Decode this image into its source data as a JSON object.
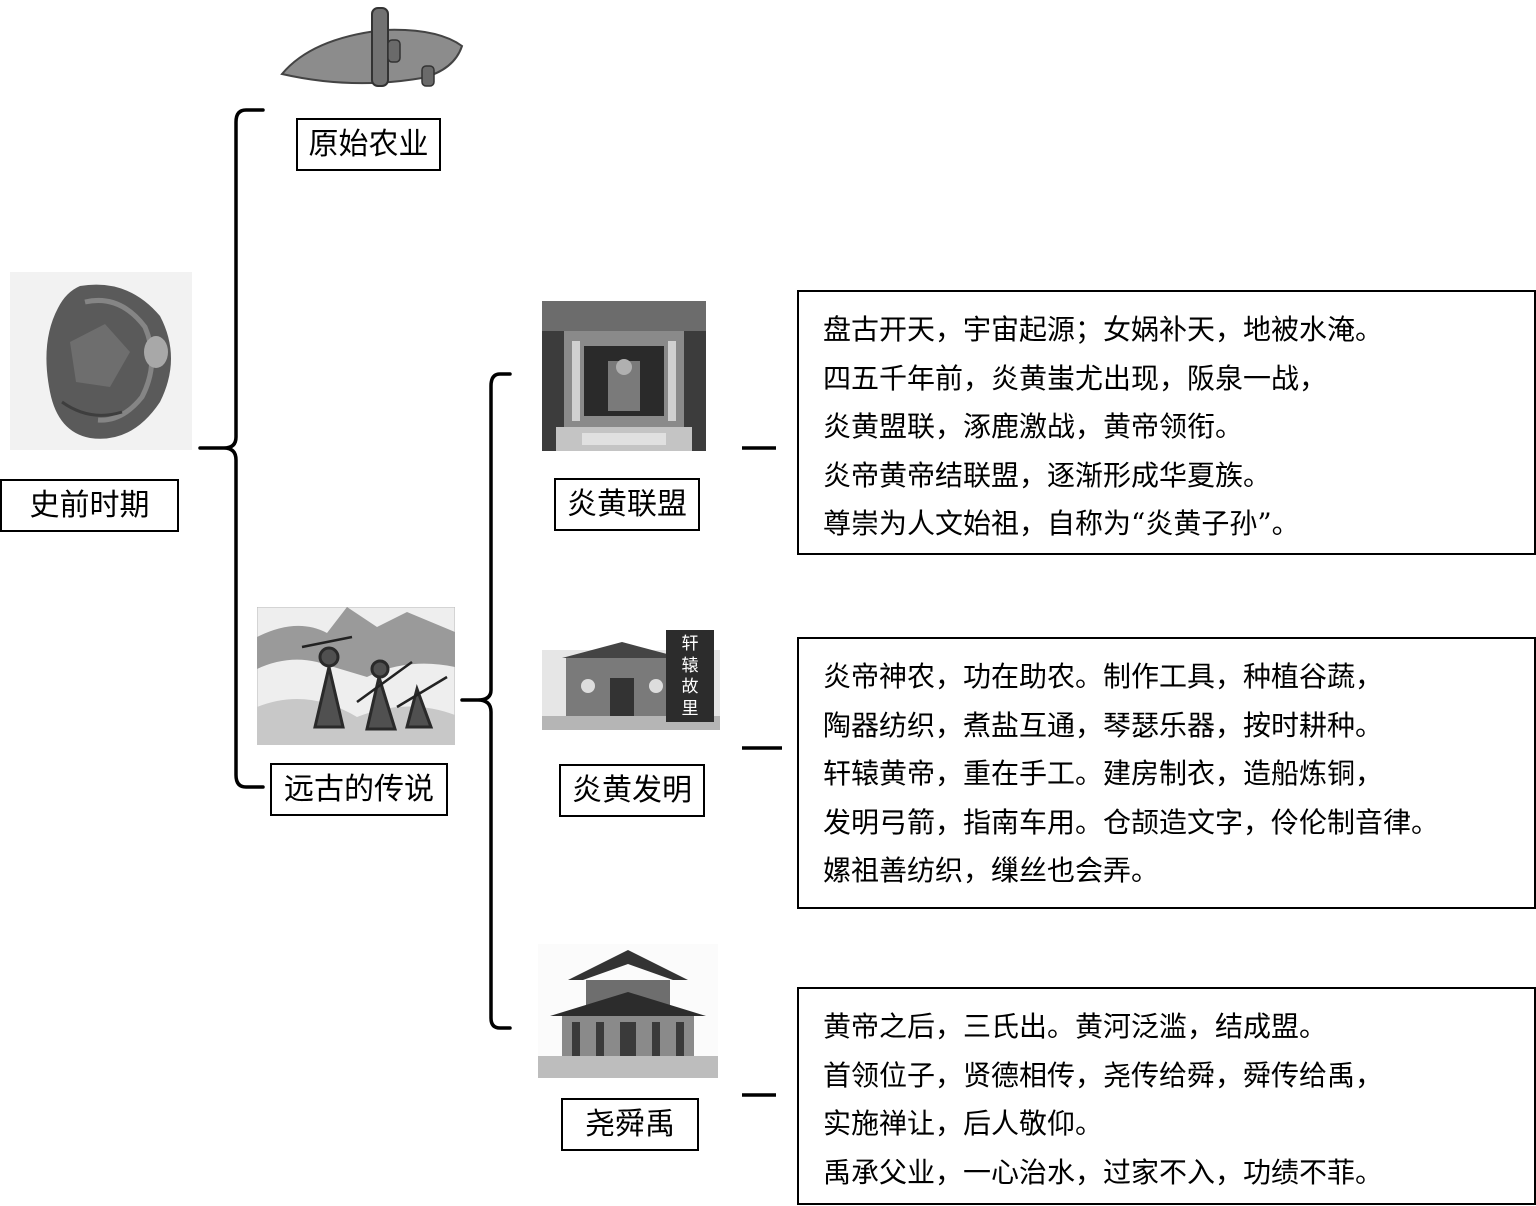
{
  "root": {
    "label": "史前时期"
  },
  "branches": {
    "agriculture": {
      "label": "原始农业"
    },
    "legends": {
      "label": "远古的传说"
    }
  },
  "sub": [
    {
      "label": "炎黄联盟",
      "lines": [
        "盘古开天，宇宙起源；女娲补天，地被水淹。",
        "四五千年前，炎黄蚩尤出现，阪泉一战，",
        "炎黄盟联，涿鹿激战，黄帝领衔。",
        "炎帝黄帝结联盟，逐渐形成华夏族。",
        "尊崇为人文始祖，自称为“炎黄子孙”。"
      ]
    },
    {
      "label": "炎黄发明",
      "sign": [
        "轩",
        "辕",
        "故",
        "里"
      ],
      "lines": [
        "炎帝神农，功在助农。制作工具，种植谷蔬，",
        "陶器纺织，煮盐互通，琴瑟乐器，按时耕种。",
        "轩辕黄帝，重在手工。建房制衣，造船炼铜，",
        "发明弓箭，指南车用。仓颉造文字，伶伦制音律。",
        "嫘祖善纺织，缫丝也会弄。"
      ]
    },
    {
      "label": "尧舜禹",
      "lines": [
        "黄帝之后，三氏出。黄河泛滥，结成盟。",
        "首领位子，贤德相传，尧传给舜，舜传给禹，",
        "实施禅让，后人敬仰。",
        "禹承父业，一心治水，过家不入，功绩不菲。"
      ]
    }
  ]
}
